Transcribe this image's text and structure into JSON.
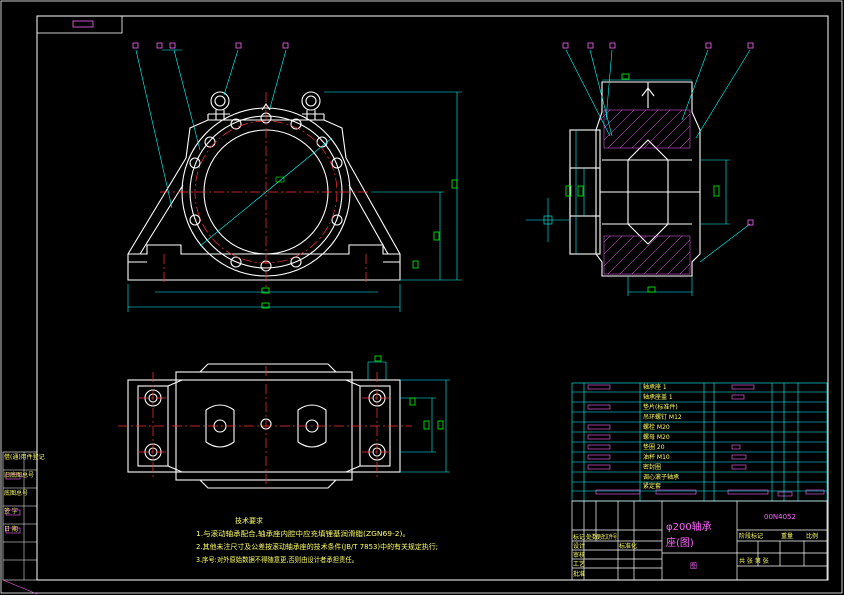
{
  "colors": {
    "background": "#000000",
    "frame": "#ffffff",
    "outline": "#ffffff",
    "center_line": "#ff3333",
    "dimension": "#00ffff",
    "dim_text": "#00ff00",
    "annotation": "#ffff66",
    "title_text": "#ff66ff",
    "table_grid": "#00ffff"
  },
  "drawing": {
    "title_line1": "φ200轴承",
    "title_line2": "座(图)",
    "drawing_code": "00N4052",
    "tech_requirements": {
      "heading": "技术要求",
      "items": [
        "1.与滚动轴承配合,轴承座内腔中应充填锂基润滑脂(ZGN69-2)。",
        "2.其他未注尺寸及公差按滚动轴承座的技术条件(JB/T 7853)中的有关规定执行;",
        "3.序号:对外原始数据不得随意更,否则由设计者承担责任。"
      ]
    },
    "title_block": {
      "stage_label": "阶段标记",
      "weight_label": "重量",
      "scale_label": "比例",
      "sheet_label": "共 张 第 张",
      "designer_label": "设计",
      "checker_label": "审核",
      "process_label": "工艺",
      "approve_label": "批准",
      "mark_label": "标记",
      "count_label": "处数",
      "zone_label": "分区",
      "doc_label": "更改文件号",
      "sign_label": "签名",
      "date_label": "年月日",
      "standard_label": "标准化",
      "company_mark": "图"
    },
    "left_strip": {
      "items": [
        "借(通)用件登记",
        "旧底图总号",
        "底图总号",
        "签 字",
        "日 期"
      ]
    },
    "parts_list_rows": [
      "轴承座 1",
      "轴承座盖 1",
      "垫片(标准件)",
      "吊环螺钉 M12",
      "螺栓 M20",
      "螺母 M20",
      "垫圈 20",
      "油杯 M10",
      "密封圈",
      "调心滚子轴承",
      "紧定套"
    ]
  }
}
